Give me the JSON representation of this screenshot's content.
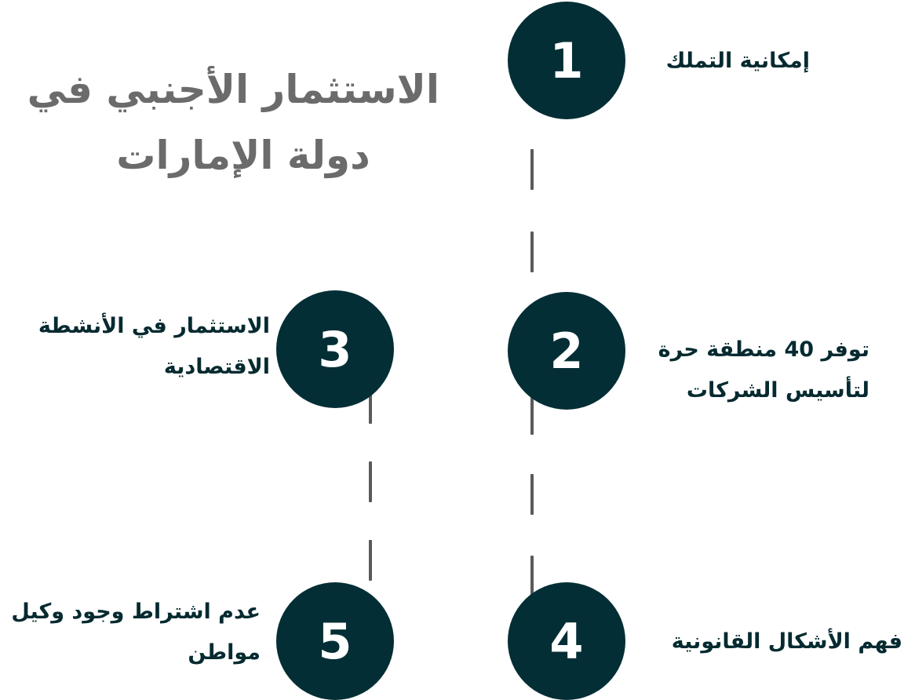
{
  "title": {
    "line1": "الاستثمار الأجنبي في",
    "line2": "دولة الإمارات"
  },
  "steps": [
    {
      "number": "1",
      "text_line1": "إمكانية التملك"
    },
    {
      "number": "2",
      "text_line1": "توفر 40 منطقة حرة",
      "text_line2": "لتأسيس الشركات"
    },
    {
      "number": "3",
      "text_line1": "الاستثمار في الأنشطة",
      "text_line2": "الاقتصادية"
    },
    {
      "number": "4",
      "text_line1": "فهم الأشكال القانونية"
    },
    {
      "number": "5",
      "text_line1": "عدم اشتراط وجود وكيل",
      "text_line2": "مواطن"
    }
  ],
  "colors": {
    "circle": "#042e35",
    "title": "#6b6b6b",
    "text": "#052a30",
    "connector": "#5a5a5a"
  }
}
